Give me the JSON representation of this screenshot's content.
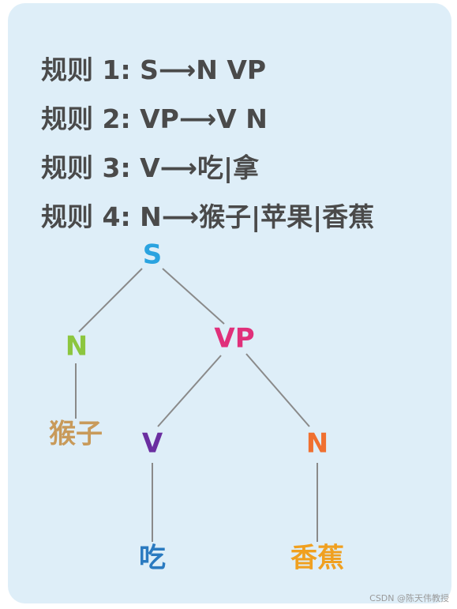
{
  "rules": [
    "规则 1: S⟶N VP",
    "规则 2: VP⟶V N",
    "规则 3: V⟶吃|拿",
    "规则 4: N⟶猴子|苹果|香蕉"
  ],
  "tree": {
    "nodes": {
      "s": {
        "label": "S",
        "color": "#2aa3e0"
      },
      "n1": {
        "label": "N",
        "color": "#8cc63f"
      },
      "vp": {
        "label": "VP",
        "color": "#e0307a"
      },
      "monkey": {
        "label": "猴子",
        "color": "#c89a5a"
      },
      "v": {
        "label": "V",
        "color": "#6a2ea0"
      },
      "n2": {
        "label": "N",
        "color": "#f07030"
      },
      "eat": {
        "label": "吃",
        "color": "#2a7ac0"
      },
      "banana": {
        "label": "香蕉",
        "color": "#f0a020"
      }
    }
  },
  "watermark": "CSDN @陈天伟教授"
}
